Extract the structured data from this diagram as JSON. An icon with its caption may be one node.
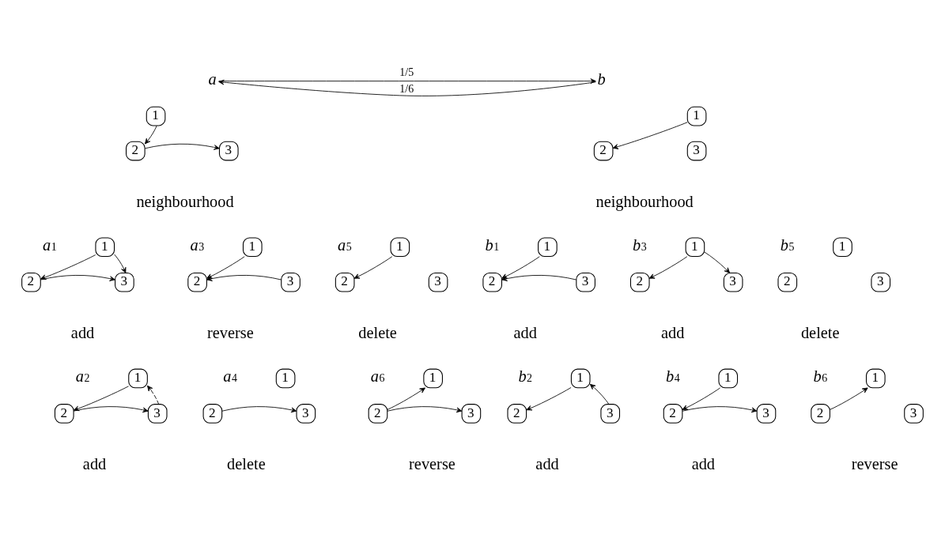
{
  "diagram": {
    "nodes": [
      {
        "text": [
          "a"
        ]
      },
      {
        "text": [
          "1"
        ]
      },
      {
        "text": [
          "2"
        ]
      },
      {
        "text": [
          "3"
        ]
      },
      {
        "text": [
          "b"
        ]
      },
      {
        "text": [
          "1"
        ]
      },
      {
        "text": [
          "2"
        ]
      },
      {
        "text": [
          "3"
        ]
      },
      {
        "text": [
          "1"
        ]
      },
      {
        "text": [
          "2"
        ]
      },
      {
        "text": [
          "3"
        ]
      },
      {
        "text": [
          "1"
        ]
      },
      {
        "text": [
          "2"
        ]
      },
      {
        "text": [
          "3"
        ]
      },
      {
        "text": [
          "1"
        ]
      },
      {
        "text": [
          "2"
        ]
      },
      {
        "text": [
          "3"
        ]
      },
      {
        "text": [
          "1"
        ]
      },
      {
        "text": [
          "2"
        ]
      },
      {
        "text": [
          "3"
        ]
      },
      {
        "text": [
          "1"
        ]
      },
      {
        "text": [
          "2"
        ]
      },
      {
        "text": [
          "3"
        ]
      },
      {
        "text": [
          "1"
        ]
      },
      {
        "text": [
          "2"
        ]
      },
      {
        "text": [
          "3"
        ]
      },
      {
        "text": [
          "1"
        ]
      },
      {
        "text": [
          "2"
        ]
      },
      {
        "text": [
          "3"
        ]
      },
      {
        "text": [
          "1"
        ]
      },
      {
        "text": [
          "2"
        ]
      },
      {
        "text": [
          "3"
        ]
      },
      {
        "text": [
          "1"
        ]
      },
      {
        "text": [
          "2"
        ]
      },
      {
        "text": [
          "3"
        ]
      },
      {
        "text": [
          "1"
        ]
      },
      {
        "text": [
          "2"
        ]
      },
      {
        "text": [
          "3"
        ]
      },
      {
        "text": [
          "1"
        ]
      },
      {
        "text": [
          "2"
        ]
      },
      {
        "text": [
          "3"
        ]
      },
      {
        "text": [
          "1"
        ]
      },
      {
        "text": [
          "2"
        ]
      },
      {
        "text": [
          "3"
        ]
      }
    ],
    "edges": [
      {
        "from": 0,
        "to": 4,
        "arrow": "to",
        "label": "1/5"
      },
      {
        "from": 4,
        "to": 0,
        "arrow": "to",
        "label": "1/6"
      },
      {
        "from": 1,
        "to": 2,
        "arrow": "to"
      },
      {
        "from": 2,
        "to": 3,
        "arrow": "to"
      },
      {
        "from": 5,
        "to": 6,
        "arrow": "to"
      },
      {
        "from": 8,
        "to": 9,
        "arrow": "to"
      },
      {
        "from": 8,
        "to": 10,
        "arrow": "to"
      },
      {
        "from": 9,
        "to": 10,
        "arrow": "to"
      },
      {
        "from": 11,
        "to": 12,
        "arrow": "to"
      },
      {
        "from": 13,
        "to": 12,
        "arrow": "to"
      },
      {
        "from": 14,
        "to": 15,
        "arrow": "to"
      },
      {
        "from": 17,
        "to": 18,
        "arrow": "to"
      },
      {
        "from": 19,
        "to": 18,
        "arrow": "to"
      },
      {
        "from": 20,
        "to": 21,
        "arrow": "to"
      },
      {
        "from": 20,
        "to": 22,
        "arrow": "to"
      },
      {
        "from": 26,
        "to": 27,
        "arrow": "to"
      },
      {
        "from": 27,
        "to": 28,
        "arrow": "to"
      },
      {
        "from": 28,
        "to": 26,
        "arrow": "to",
        "style": "dashed"
      },
      {
        "from": 30,
        "to": 31,
        "arrow": "to"
      },
      {
        "from": 33,
        "to": 32,
        "arrow": "to"
      },
      {
        "from": 33,
        "to": 34,
        "arrow": "to"
      },
      {
        "from": 35,
        "to": 36,
        "arrow": "to"
      },
      {
        "from": 37,
        "to": 35,
        "arrow": "to"
      },
      {
        "from": 38,
        "to": 39,
        "arrow": "to"
      },
      {
        "from": 39,
        "to": 40,
        "arrow": "to"
      },
      {
        "from": 42,
        "to": 41,
        "arrow": "to"
      }
    ],
    "labels": [
      "neighbourhood",
      "neighbourhood",
      "a$_{1}$",
      "a$_{3}$",
      "a$_{5}$",
      "b$_{1}$",
      "b$_{3}$",
      "b$_{5}$",
      "add",
      "reverse",
      "delete",
      "add",
      "add",
      "delete",
      "a$_{2}$",
      "a$_{4}$",
      "a$_{6}$",
      "b$_{2}$",
      "b$_{4}$",
      "b$_{6}$",
      "add",
      "delete",
      "reverse",
      "add",
      "add",
      "reverse"
    ]
  }
}
